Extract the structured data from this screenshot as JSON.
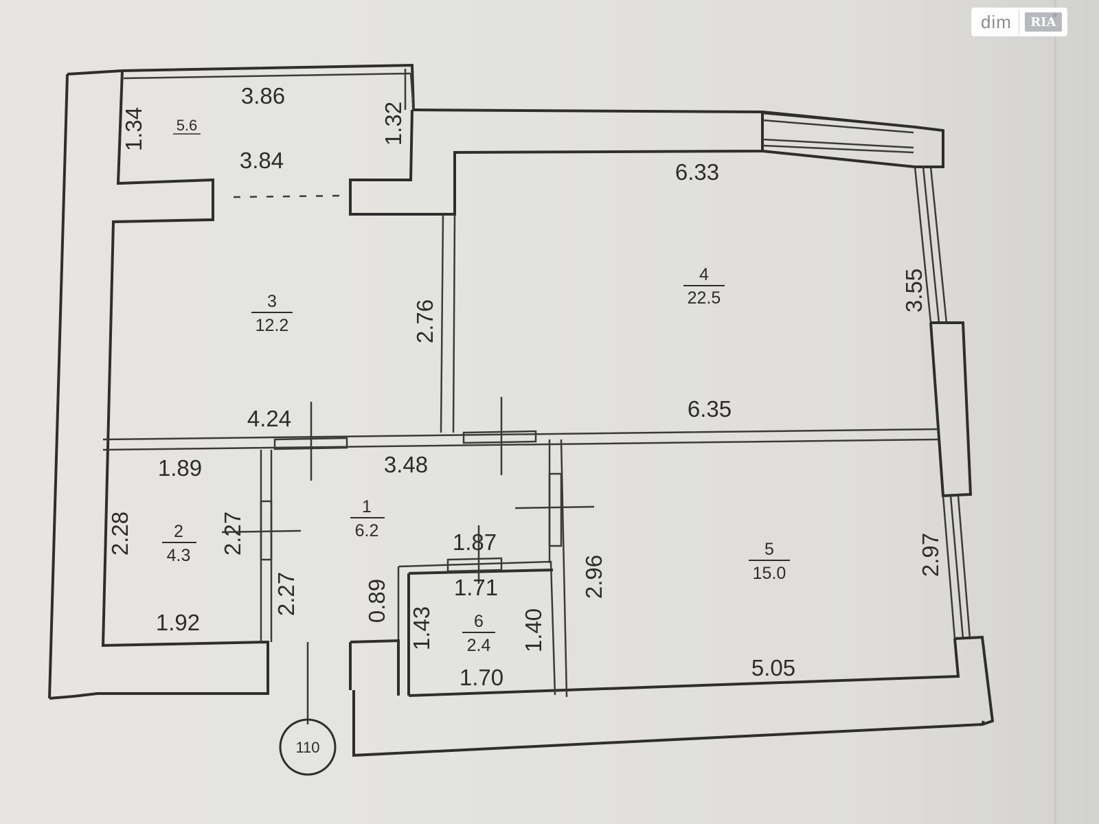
{
  "watermark": {
    "text": "dim",
    "logo_text": "RIA"
  },
  "plan": {
    "apartment_number": "110",
    "rooms": [
      {
        "id": "1",
        "area": "6.2"
      },
      {
        "id": "2",
        "area": "4.3"
      },
      {
        "id": "3",
        "area": "12.2"
      },
      {
        "id": "4",
        "area": "22.5"
      },
      {
        "id": "5",
        "area": "15.0"
      },
      {
        "id": "6",
        "area": "2.4"
      }
    ],
    "balcony": {
      "area": "5.6"
    },
    "dimensions": {
      "balcony_top": "3.86",
      "balcony_bottom": "3.84",
      "balcony_left": "1.34",
      "balcony_right": "1.32",
      "room3_bottom": "4.24",
      "room3_right": "2.76",
      "room4_top": "6.33",
      "room4_bottom": "6.35",
      "room4_right": "3.55",
      "hall_top": "3.48",
      "room2_top": "1.89",
      "room2_left": "2.28",
      "room2_right": "2.27",
      "room2_bottom": "1.92",
      "hall_left": "2.27",
      "hall_inner": "1.87",
      "room6_top": "1.71",
      "room6_left": "1.43",
      "room6_right": "1.40",
      "room6_bottom": "1.70",
      "hall_entry": "0.89",
      "room5_left": "2.96",
      "room5_right": "2.97",
      "room5_bottom": "5.05"
    }
  }
}
